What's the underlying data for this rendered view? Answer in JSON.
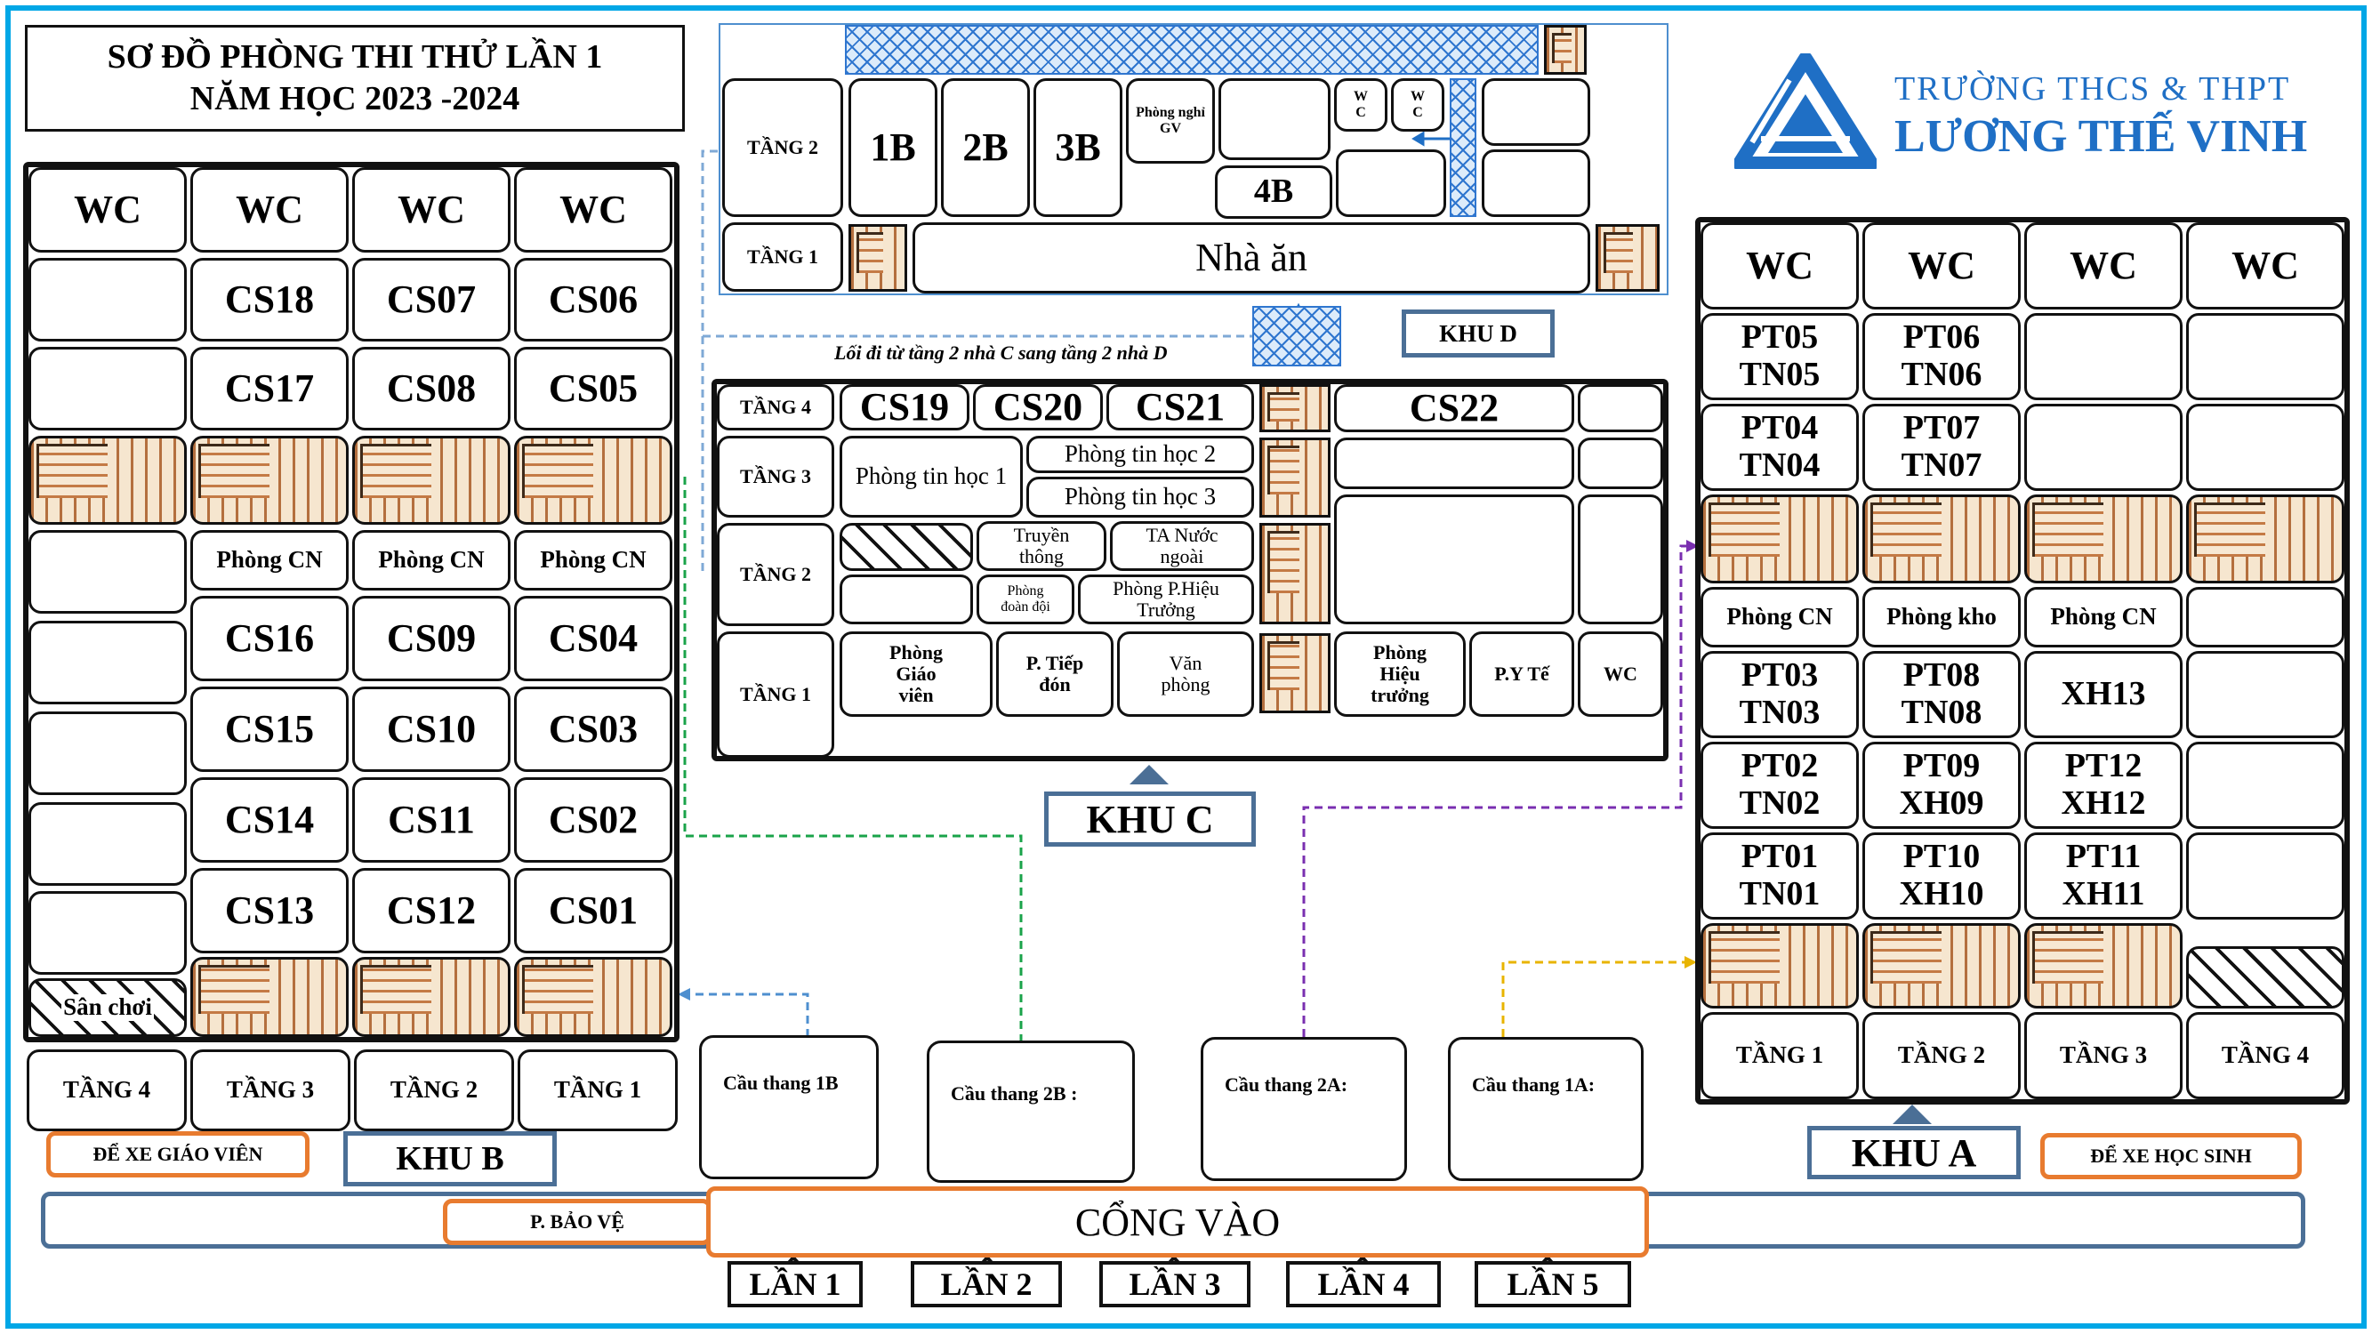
{
  "title": {
    "line1": "SƠ ĐỒ PHÒNG THI THỬ LẦN 1",
    "line2": "NĂM HỌC 2023 -2024"
  },
  "logo": {
    "school_line1": "TRƯỜNG THCS & THPT",
    "school_line2": "LƯƠNG THẾ VINH",
    "icon": "triangle-logo-icon",
    "color": "#1f6fc5"
  },
  "colors": {
    "frame": "#00a7e6",
    "khu_border": "#4b6f96",
    "orange": "#e87b2f"
  },
  "khu_b": {
    "label": "KHU B",
    "wc": [
      "WC",
      "WC",
      "WC",
      "WC"
    ],
    "rooms": [
      "CS18",
      "CS07",
      "CS06",
      "CS17",
      "CS08",
      "CS05",
      "CS16",
      "CS09",
      "CS04",
      "CS15",
      "CS10",
      "CS03",
      "CS14",
      "CS11",
      "CS02",
      "CS13",
      "CS12",
      "CS01"
    ],
    "phong_cn": [
      "Phòng CN",
      "Phòng CN",
      "Phòng CN"
    ],
    "san_choi": "Sân chơi",
    "floors": [
      "TẦNG 4",
      "TẦNG 3",
      "TẦNG 2",
      "TẦNG 1"
    ]
  },
  "khu_d": {
    "label": "KHU D",
    "tang2": "TẦNG 2",
    "tang1": "TẦNG 1",
    "rooms": [
      "1B",
      "2B",
      "3B",
      "4B"
    ],
    "phong_nghi_gv": "Phòng nghỉ GV",
    "wc1": "W C",
    "wc2": "W C",
    "nha_an": "Nhà ăn"
  },
  "passage_note": "Lối đi từ tầng 2 nhà C sang tầng 2 nhà D",
  "khu_c": {
    "label": "KHU C",
    "floors": [
      "TẦNG 4",
      "TẦNG 3",
      "TẦNG 2",
      "TẦNG 1"
    ],
    "tang4": [
      "CS19",
      "CS20",
      "CS21",
      "CS22"
    ],
    "tang3": {
      "tin1": "Phòng tin học 1",
      "tin2": "Phòng tin học 2",
      "tin3": "Phòng tin học 3"
    },
    "tang2": {
      "truyen_thong": "Truyền thông",
      "ta": "TA Nước ngoài",
      "doan_doi": "Phòng đoàn đội",
      "p_hieu": "Phòng P.Hiệu Trưởng"
    },
    "tang1": {
      "gv": "Phòng Giáo viên",
      "tiep_don": "P. Tiếp đón",
      "van_phong": "Văn phòng",
      "hieu_truong": "Phòng Hiệu trưởng",
      "y_te": "P.Y Tế",
      "wc": "WC"
    }
  },
  "khu_a": {
    "label": "KHU A",
    "wc": [
      "WC",
      "WC",
      "WC",
      "WC"
    ],
    "row1": [
      [
        "PT05",
        "TN05"
      ],
      [
        "PT06",
        "TN06"
      ]
    ],
    "row2": [
      [
        "PT04",
        "TN04"
      ],
      [
        "PT07",
        "TN07"
      ]
    ],
    "row3": [
      "Phòng CN",
      "Phòng kho",
      "Phòng CN"
    ],
    "row4": [
      [
        "PT03",
        "TN03"
      ],
      [
        "PT08",
        "TN08"
      ],
      [
        "XH13"
      ]
    ],
    "row5": [
      [
        "PT02",
        "TN02"
      ],
      [
        "PT09",
        "XH09"
      ],
      [
        "PT12",
        "XH12"
      ]
    ],
    "row6": [
      [
        "PT01",
        "TN01"
      ],
      [
        "PT10",
        "XH10"
      ],
      [
        "PT11",
        "XH11"
      ]
    ],
    "floors": [
      "TẦNG 1",
      "TẦNG 2",
      "TẦNG 3",
      "TẦNG 4"
    ]
  },
  "stairs": [
    "Cầu thang 1B",
    "Cầu thang 2B :",
    "Cầu thang 2A:",
    "Cầu thang 1A:"
  ],
  "parking_gv": "ĐỂ XE GIÁO VIÊN",
  "parking_hs": "ĐỂ XE HỌC SINH",
  "bao_ve": "P. BẢO VỆ",
  "cong_vao": "CỔNG VÀO",
  "lanes": [
    "LẦN 1",
    "LẦN 2",
    "LẦN 3",
    "LẦN 4",
    "LẦN 5"
  ]
}
